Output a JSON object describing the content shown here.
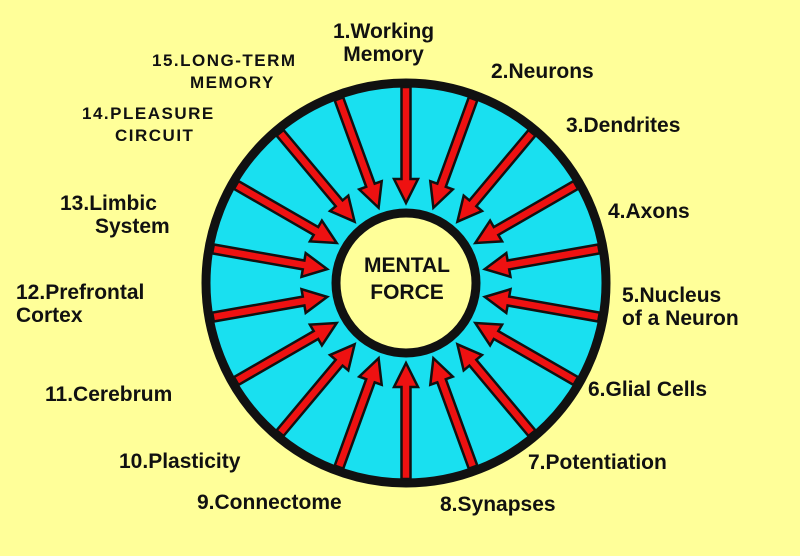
{
  "colors": {
    "background": "#ffff99",
    "ring_fill": "#19e0f0",
    "outline": "#111111",
    "arrow": "#ee1111",
    "center_fill": "#ffff99"
  },
  "center": {
    "line1": "MENTAL",
    "line2": "FORCE"
  },
  "labels": [
    {
      "num": "1.",
      "line1": "Working",
      "line2": "Memory"
    },
    {
      "num": "2.",
      "line1": "Neurons"
    },
    {
      "num": "3.",
      "line1": "Dendrites"
    },
    {
      "num": "4.",
      "line1": "Axons"
    },
    {
      "num": "5.",
      "line1": "Nucleus",
      "line2": "of a Neuron"
    },
    {
      "num": "6.",
      "line1": "Glial Cells"
    },
    {
      "num": "7.",
      "line1": "Potentiation"
    },
    {
      "num": "8.",
      "line1": "Synapses"
    },
    {
      "num": "9.",
      "line1": "Connectome"
    },
    {
      "num": "10.",
      "line1": "Plasticity"
    },
    {
      "num": "11.",
      "line1": "Cerebrum"
    },
    {
      "num": "12.",
      "line1": "Prefrontal",
      "line2": "Cortex"
    },
    {
      "num": "13.",
      "line1": "Limbic",
      "line2": "System"
    },
    {
      "num": "14.",
      "line1": "PLEASURE",
      "line2": "CIRCUIT"
    },
    {
      "num": "15.",
      "line1": "LONG-TERM",
      "line2": "MEMORY"
    }
  ]
}
